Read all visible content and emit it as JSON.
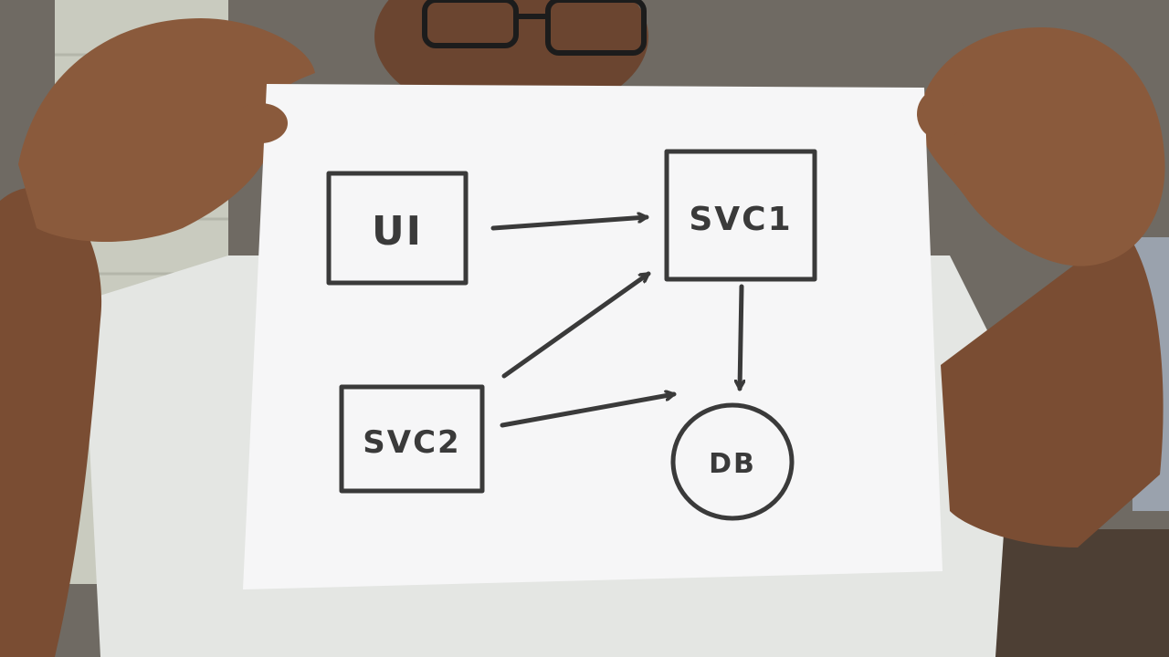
{
  "diagram": {
    "nodes": [
      {
        "id": "ui",
        "label": "UI",
        "shape": "rectangle"
      },
      {
        "id": "svc1",
        "label": "SVC1",
        "shape": "rectangle"
      },
      {
        "id": "svc2",
        "label": "SVC2",
        "shape": "rectangle"
      },
      {
        "id": "db",
        "label": "DB",
        "shape": "circle"
      }
    ],
    "edges": [
      {
        "from": "ui",
        "to": "svc1"
      },
      {
        "from": "svc2",
        "to": "svc1"
      },
      {
        "from": "svc2",
        "to": "db"
      },
      {
        "from": "svc1",
        "to": "db"
      }
    ]
  },
  "colors": {
    "ink": "#3a3a3a",
    "paper": "#f6f6f7",
    "background": "#6f6a63",
    "shirt": "#e4e6e3",
    "skin": "#8a5a3c"
  }
}
